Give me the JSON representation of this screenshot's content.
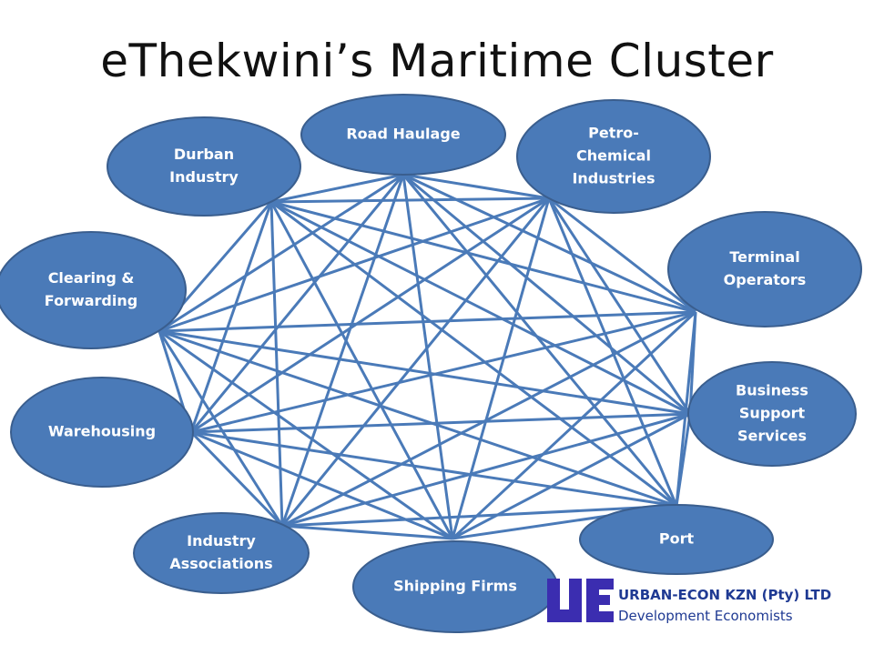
{
  "title": "eThekwini’s Maritime Cluster",
  "colors": {
    "node_fill": "#4a7ab8",
    "node_stroke": "#3a5e8e",
    "edge": "#4a7ab8",
    "logo": "#3b2db0"
  },
  "nodes": [
    {
      "id": "road-haulage",
      "lines": [
        "Road Haulage"
      ]
    },
    {
      "id": "petro-chemical",
      "lines": [
        "Petro-",
        "Chemical",
        "Industries"
      ]
    },
    {
      "id": "durban-industry",
      "lines": [
        "Durban",
        "Industry"
      ]
    },
    {
      "id": "clearing-forwarding",
      "lines": [
        "Clearing &",
        "Forwarding"
      ]
    },
    {
      "id": "terminal-operators",
      "lines": [
        "Terminal",
        "Operators"
      ]
    },
    {
      "id": "warehousing",
      "lines": [
        "Warehousing"
      ]
    },
    {
      "id": "business-support",
      "lines": [
        "Business",
        "Support",
        "Services"
      ]
    },
    {
      "id": "industry-associations",
      "lines": [
        "Industry",
        "Associations"
      ]
    },
    {
      "id": "port",
      "lines": [
        "Port"
      ]
    },
    {
      "id": "shipping-firms",
      "lines": [
        "Shipping Firms"
      ]
    }
  ],
  "edges": "all-pairs",
  "brand": {
    "logo_icon": "ue-logo-icon",
    "name": "URBAN-ECON KZN (Pty) LTD",
    "tagline": "Development Economists"
  }
}
